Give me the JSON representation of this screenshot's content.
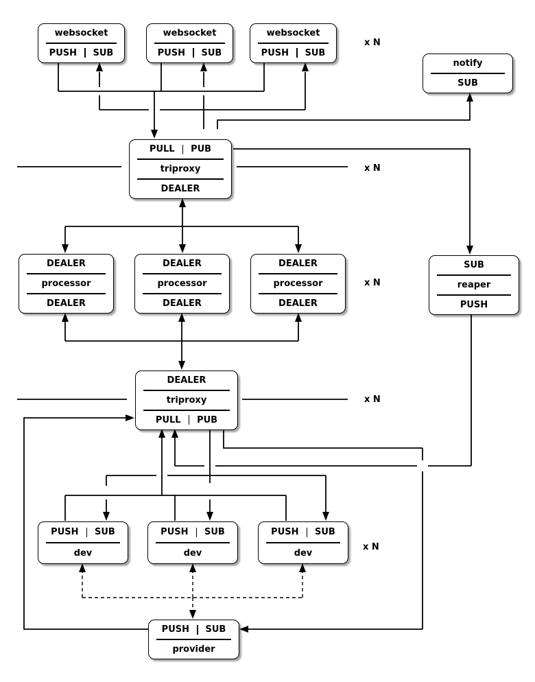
{
  "nodes": {
    "websocket1": {
      "title": "websocket",
      "push": "PUSH",
      "sub": "SUB"
    },
    "websocket2": {
      "title": "websocket",
      "push": "PUSH",
      "sub": "SUB"
    },
    "websocket3": {
      "title": "websocket",
      "push": "PUSH",
      "sub": "SUB"
    },
    "notify": {
      "title": "notify",
      "sub": "SUB"
    },
    "triproxy_top": {
      "pull": "PULL",
      "pub": "PUB",
      "title": "triproxy",
      "dealer": "DEALER"
    },
    "processor1": {
      "dealer_top": "DEALER",
      "title": "processor",
      "dealer_bottom": "DEALER"
    },
    "processor2": {
      "dealer_top": "DEALER",
      "title": "processor",
      "dealer_bottom": "DEALER"
    },
    "processor3": {
      "dealer_top": "DEALER",
      "title": "processor",
      "dealer_bottom": "DEALER"
    },
    "reaper": {
      "sub": "SUB",
      "title": "reaper",
      "push": "PUSH"
    },
    "triproxy_bottom": {
      "dealer": "DEALER",
      "title": "triproxy",
      "pull": "PULL",
      "pub": "PUB"
    },
    "dev1": {
      "push": "PUSH",
      "sub": "SUB",
      "title": "dev"
    },
    "dev2": {
      "push": "PUSH",
      "sub": "SUB",
      "title": "dev"
    },
    "dev3": {
      "push": "PUSH",
      "sub": "SUB",
      "title": "dev"
    },
    "provider": {
      "push": "PUSH",
      "sub": "SUB",
      "title": "provider"
    }
  },
  "multipliers": {
    "websockets": "x N",
    "triproxy_top": "x N",
    "processors": "x N",
    "triproxy_bottom": "x N",
    "devs": "x N"
  },
  "colors": {
    "line": "#000000",
    "box_border": "#000000",
    "box_fill": "#ffffff",
    "shadow": "#9a9a9a",
    "background": "#ffffff"
  }
}
